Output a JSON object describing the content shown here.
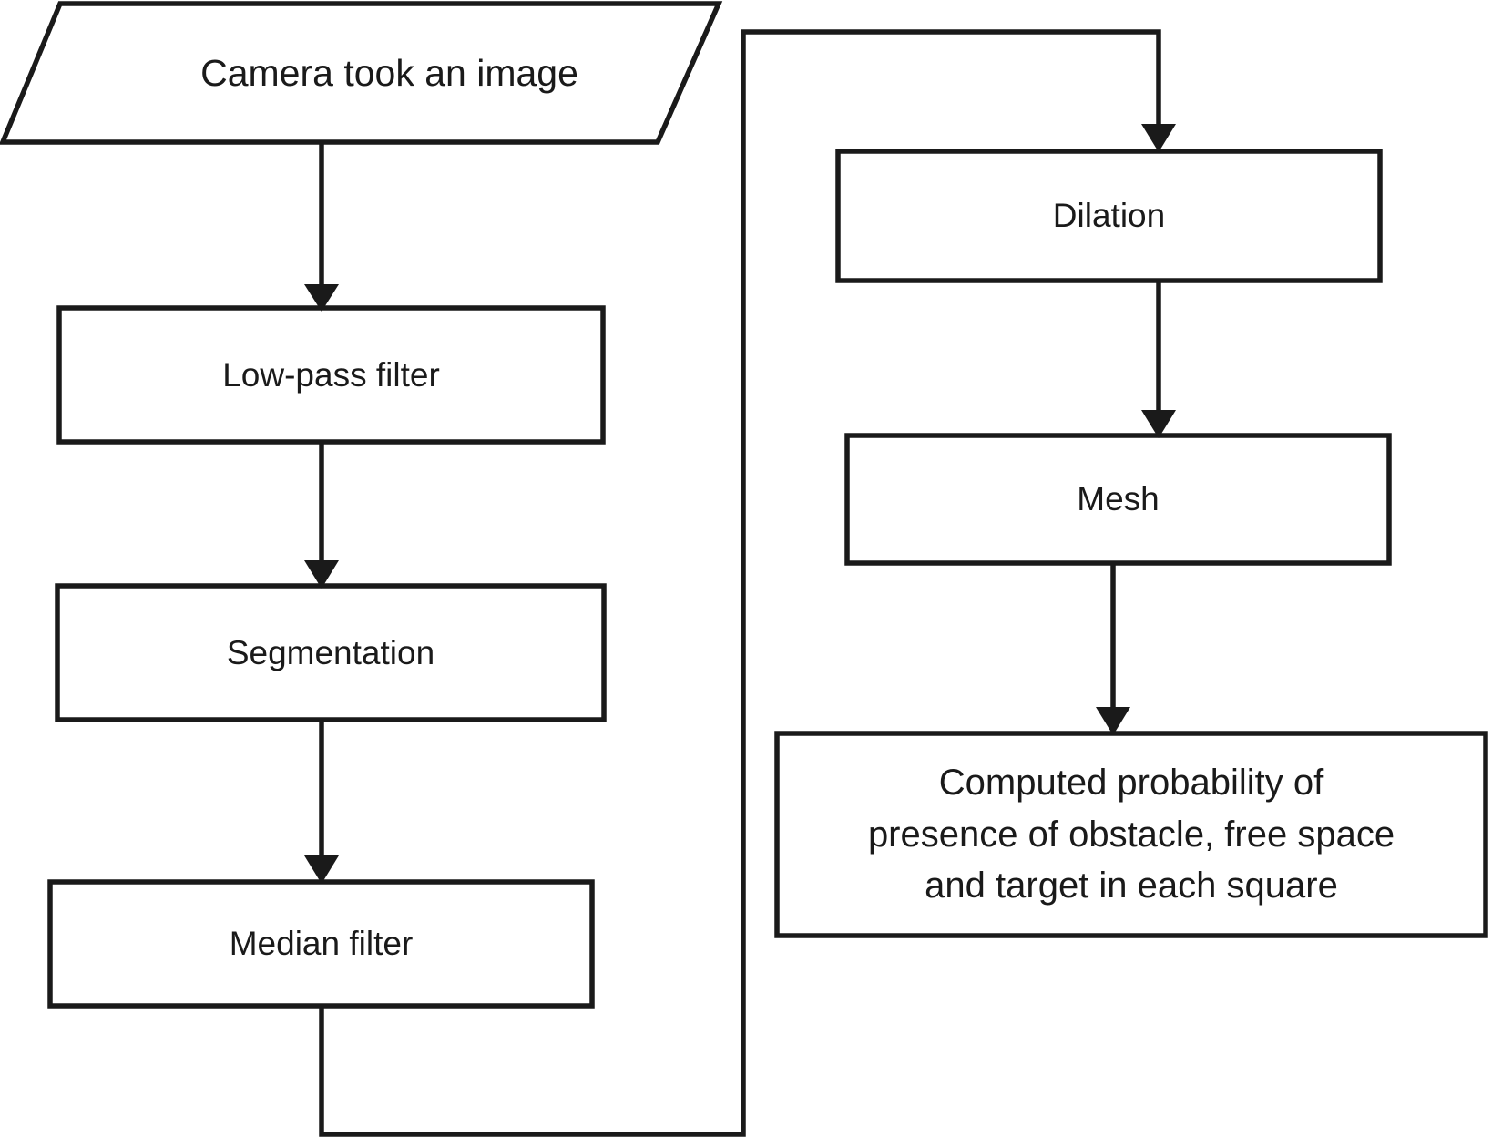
{
  "diagram": {
    "title": "Image processing pipeline flowchart",
    "type": "flowchart",
    "colors": {
      "stroke": "#1a1a1a",
      "fill": "#ffffff",
      "text": "#1a1a1a",
      "background": "#ffffff"
    },
    "nodes": [
      {
        "id": "camera-took-an-image",
        "label": "Camera took an image",
        "shape": "parallelogram",
        "role": "start-input",
        "column": "left"
      },
      {
        "id": "low-pass-filter",
        "label": "Low-pass filter",
        "shape": "rectangle",
        "role": "process",
        "column": "left"
      },
      {
        "id": "segmentation",
        "label": "Segmentation",
        "shape": "rectangle",
        "role": "process",
        "column": "left"
      },
      {
        "id": "median-filter",
        "label": "Median filter",
        "shape": "rectangle",
        "role": "process",
        "column": "left"
      },
      {
        "id": "dilation",
        "label": "Dilation",
        "shape": "rectangle",
        "role": "process",
        "column": "right"
      },
      {
        "id": "mesh",
        "label": "Mesh",
        "shape": "rectangle",
        "role": "process",
        "column": "right"
      },
      {
        "id": "computed-probability",
        "label": "Computed probability of\npresence of obstacle, free space\nand target in each square",
        "shape": "rectangle",
        "role": "result",
        "column": "right"
      }
    ],
    "edges": [
      {
        "id": "edge-camera-to-lowpass",
        "from": "camera-took-an-image",
        "to": "low-pass-filter",
        "style": "straight-down",
        "arrow": true
      },
      {
        "id": "edge-lowpass-to-segment",
        "from": "low-pass-filter",
        "to": "segmentation",
        "style": "straight-down",
        "arrow": true
      },
      {
        "id": "edge-segment-to-median",
        "from": "segmentation",
        "to": "median-filter",
        "style": "straight-down",
        "arrow": true
      },
      {
        "id": "edge-median-to-dilation",
        "from": "median-filter",
        "to": "dilation",
        "style": "routed-around",
        "arrow": true
      },
      {
        "id": "edge-dilation-to-mesh",
        "from": "dilation",
        "to": "mesh",
        "style": "straight-down",
        "arrow": true
      },
      {
        "id": "edge-mesh-to-computed",
        "from": "mesh",
        "to": "computed-probability",
        "style": "straight-down",
        "arrow": true
      }
    ]
  }
}
